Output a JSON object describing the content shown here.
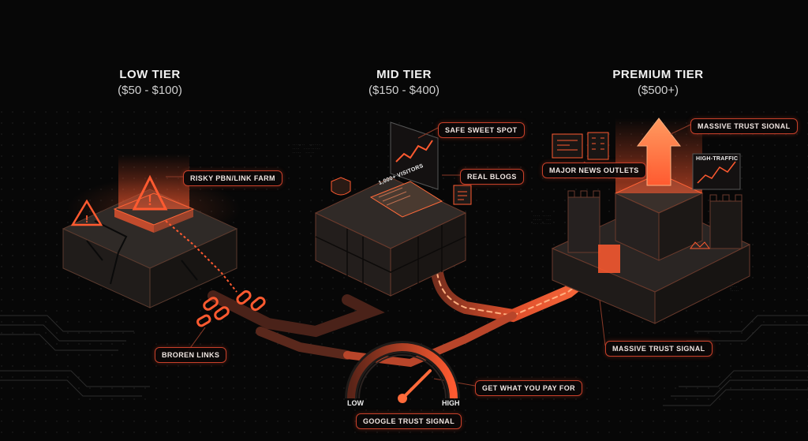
{
  "tiers": [
    {
      "title": "LOW TIER",
      "price": "($50 - $100)"
    },
    {
      "title": "MID TIER",
      "price": "($150 - $400)"
    },
    {
      "title": "PREMIUM TIER",
      "price": "($500+)"
    }
  ],
  "callouts": {
    "risky": "RISKY PBN/LINK FARM",
    "broken": "BROREN LINKS",
    "safe": "SAFE SWEET SPOT",
    "real_blogs": "REAL BLOGS",
    "visitors": "1,000+ VISITORS",
    "news": "MAJOR NEWS OUTLETS",
    "high_traffic": "HIGH-TRAFFIC",
    "massive_top": "MASSIVE TRUST SIONAL",
    "massive_bottom": "MASSIVE TRUST SIGNAL",
    "pay_for": "GET WHAT YOU PAY FOR",
    "trust_signal": "GOOGLE TRUST SIGNAL"
  },
  "gauge": {
    "low": "LOW",
    "high": "HIGH"
  },
  "colors": {
    "accent": "#ff5a30",
    "outline": "#c8402a",
    "block": "#2a2624",
    "background": "#070707"
  }
}
